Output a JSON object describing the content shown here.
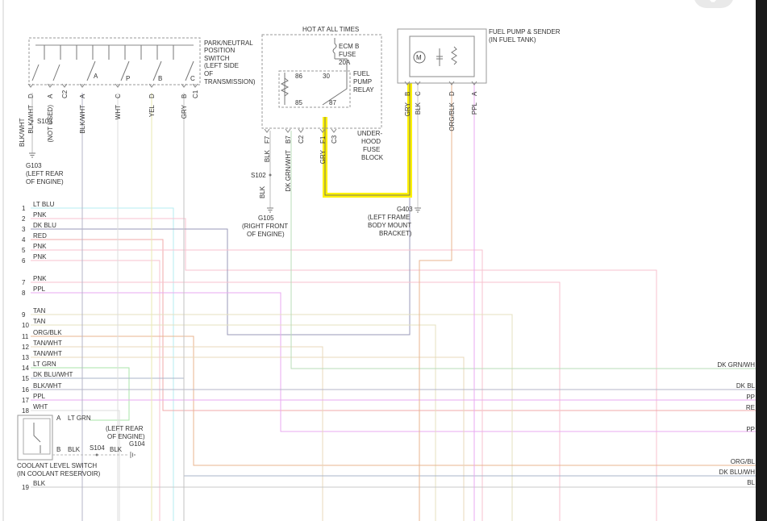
{
  "colors": {
    "lt_blu": "#b6eef2",
    "pnk": "#f7c2cf",
    "dk_blu": "#9a9ab8",
    "red": "#f2a8a8",
    "ppl": "#e9a9f2",
    "tan": "#e4e0bf",
    "tanwht": "#e8d8bb",
    "orgblk": "#e8b48f",
    "lt_grn": "#a9e6a9",
    "dkblu_wht": "#a9b5c8",
    "blk_wht": "#b5b5c8",
    "wht": "#dddddd",
    "blk": "#c8c8c8",
    "gry": "#c3c3c3",
    "dkgrn_wht": "#b9dcb9",
    "highlight": "#fff200",
    "component_outline": "#9a9a9a"
  },
  "components": {
    "pnp_switch": [
      "PARK/NEUTRAL",
      "POSITION",
      "SWITCH",
      "(LEFT SIDE",
      "OF",
      "TRANSMISSION)"
    ],
    "hot": "HOT AT ALL TIMES",
    "fuse": [
      "ECM B",
      "FUSE",
      "20A"
    ],
    "relay": [
      "FUEL",
      "PUMP",
      "RELAY"
    ],
    "underhood": [
      "UNDER-",
      "HOOD",
      "FUSE",
      "BLOCK"
    ],
    "fuel_pump": [
      "FUEL PUMP & SENDER",
      "(IN FUEL TANK)"
    ],
    "motor": "M",
    "relay_terms": [
      "86",
      "30",
      "85",
      "87"
    ],
    "switch_positions": [
      "A",
      "P",
      "B",
      "C"
    ],
    "coolant": [
      "COOLANT LEVEL SWITCH",
      "(IN COOLANT RESERVOIR)"
    ]
  },
  "pins": {
    "pnp": [
      {
        "t": "BLK/WHT",
        "c": "D"
      },
      {
        "t": "(NOT USED)",
        "c": "A"
      },
      {
        "t": "",
        "c": "C2"
      },
      {
        "t": "BLK/WHT",
        "c": "A"
      },
      {
        "t": "WHT",
        "c": "C"
      },
      {
        "t": "YEL",
        "c": "D"
      },
      {
        "t": "GRY",
        "c": "B"
      },
      {
        "t": "",
        "c": "C1"
      }
    ],
    "relay": [
      {
        "t": "BLK",
        "c": "F7"
      },
      {
        "t": "DK GRN/WHT",
        "c": "B7"
      },
      {
        "t": "",
        "c": "C2"
      },
      {
        "t": "GRY",
        "c": "F1"
      },
      {
        "t": "",
        "c": "C3"
      }
    ],
    "pump": [
      {
        "t": "GRY",
        "c": "B"
      },
      {
        "t": "BLK",
        "c": "C"
      },
      {
        "t": "ORG/BLK",
        "c": "D"
      },
      {
        "t": "PPL",
        "c": "A"
      }
    ]
  },
  "splices": {
    "s103": "S103",
    "s102": "S102",
    "s104": "S104"
  },
  "grounds": {
    "g103": [
      "G103",
      "(LEFT REAR",
      "OF ENGINE)"
    ],
    "g105": [
      "G105",
      "(RIGHT FRONT",
      "OF ENGINE)"
    ],
    "g403": [
      "G403",
      "(LEFT FRAME",
      "BODY MOUNT",
      "BRACKET)"
    ],
    "g104": [
      "G104",
      "(LEFT REAR",
      "OF ENGINE)"
    ]
  },
  "labels": {
    "g103_blkwht": "BLK/WHT",
    "s102_blk": "BLK",
    "coolant_a": "A",
    "coolant_a_wire": "LT GRN",
    "coolant_b": "B",
    "coolant_b_wire1": "BLK",
    "coolant_b_wire2": "BLK"
  },
  "harness": [
    {
      "n": "1",
      "name": "LT BLU"
    },
    {
      "n": "2",
      "name": "PNK"
    },
    {
      "n": "3",
      "name": "DK BLU"
    },
    {
      "n": "4",
      "name": "RED"
    },
    {
      "n": "5",
      "name": "PNK"
    },
    {
      "n": "6",
      "name": "PNK"
    },
    {
      "n": "7",
      "name": "PNK"
    },
    {
      "n": "8",
      "name": "PPL"
    },
    {
      "n": "9",
      "name": "TAN"
    },
    {
      "n": "10",
      "name": "TAN"
    },
    {
      "n": "11",
      "name": "ORG/BLK"
    },
    {
      "n": "12",
      "name": "TAN/WHT"
    },
    {
      "n": "13",
      "name": "TAN/WHT"
    },
    {
      "n": "14",
      "name": "LT GRN"
    },
    {
      "n": "15",
      "name": "DK BLU/WHT"
    },
    {
      "n": "16",
      "name": "BLK/WHT"
    },
    {
      "n": "17",
      "name": "PPL"
    },
    {
      "n": "18",
      "name": "WHT"
    },
    {
      "n": "19",
      "name": "BLK"
    }
  ],
  "right_edge": [
    "DK GRN/WH",
    "DK BL",
    "PP",
    "RE",
    "PP",
    "ORG/BL",
    "DK BLU/WH",
    "BL"
  ]
}
